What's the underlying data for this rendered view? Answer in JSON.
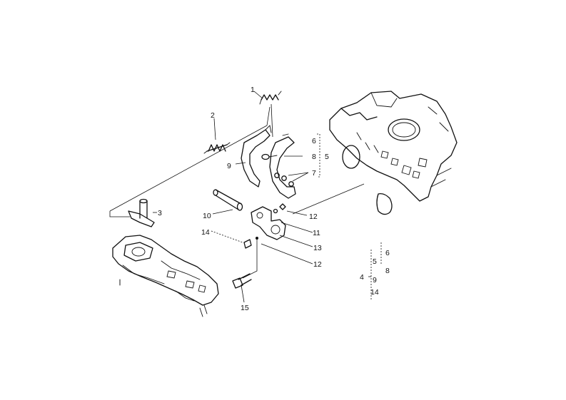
{
  "callouts": {
    "c1": "1",
    "c2": "2",
    "c3": "3",
    "c4": "4",
    "c5": "5",
    "c6": "6",
    "c7": "7",
    "c8": "8",
    "c9": "9",
    "c10": "10",
    "c11": "11",
    "c12a": "12",
    "c12b": "12",
    "c13": "13",
    "c14": "14",
    "c15": "15"
  },
  "legend": {
    "root": "4",
    "l5": "5",
    "l6": "6",
    "l8": "8",
    "l9": "9",
    "l14": "14"
  }
}
